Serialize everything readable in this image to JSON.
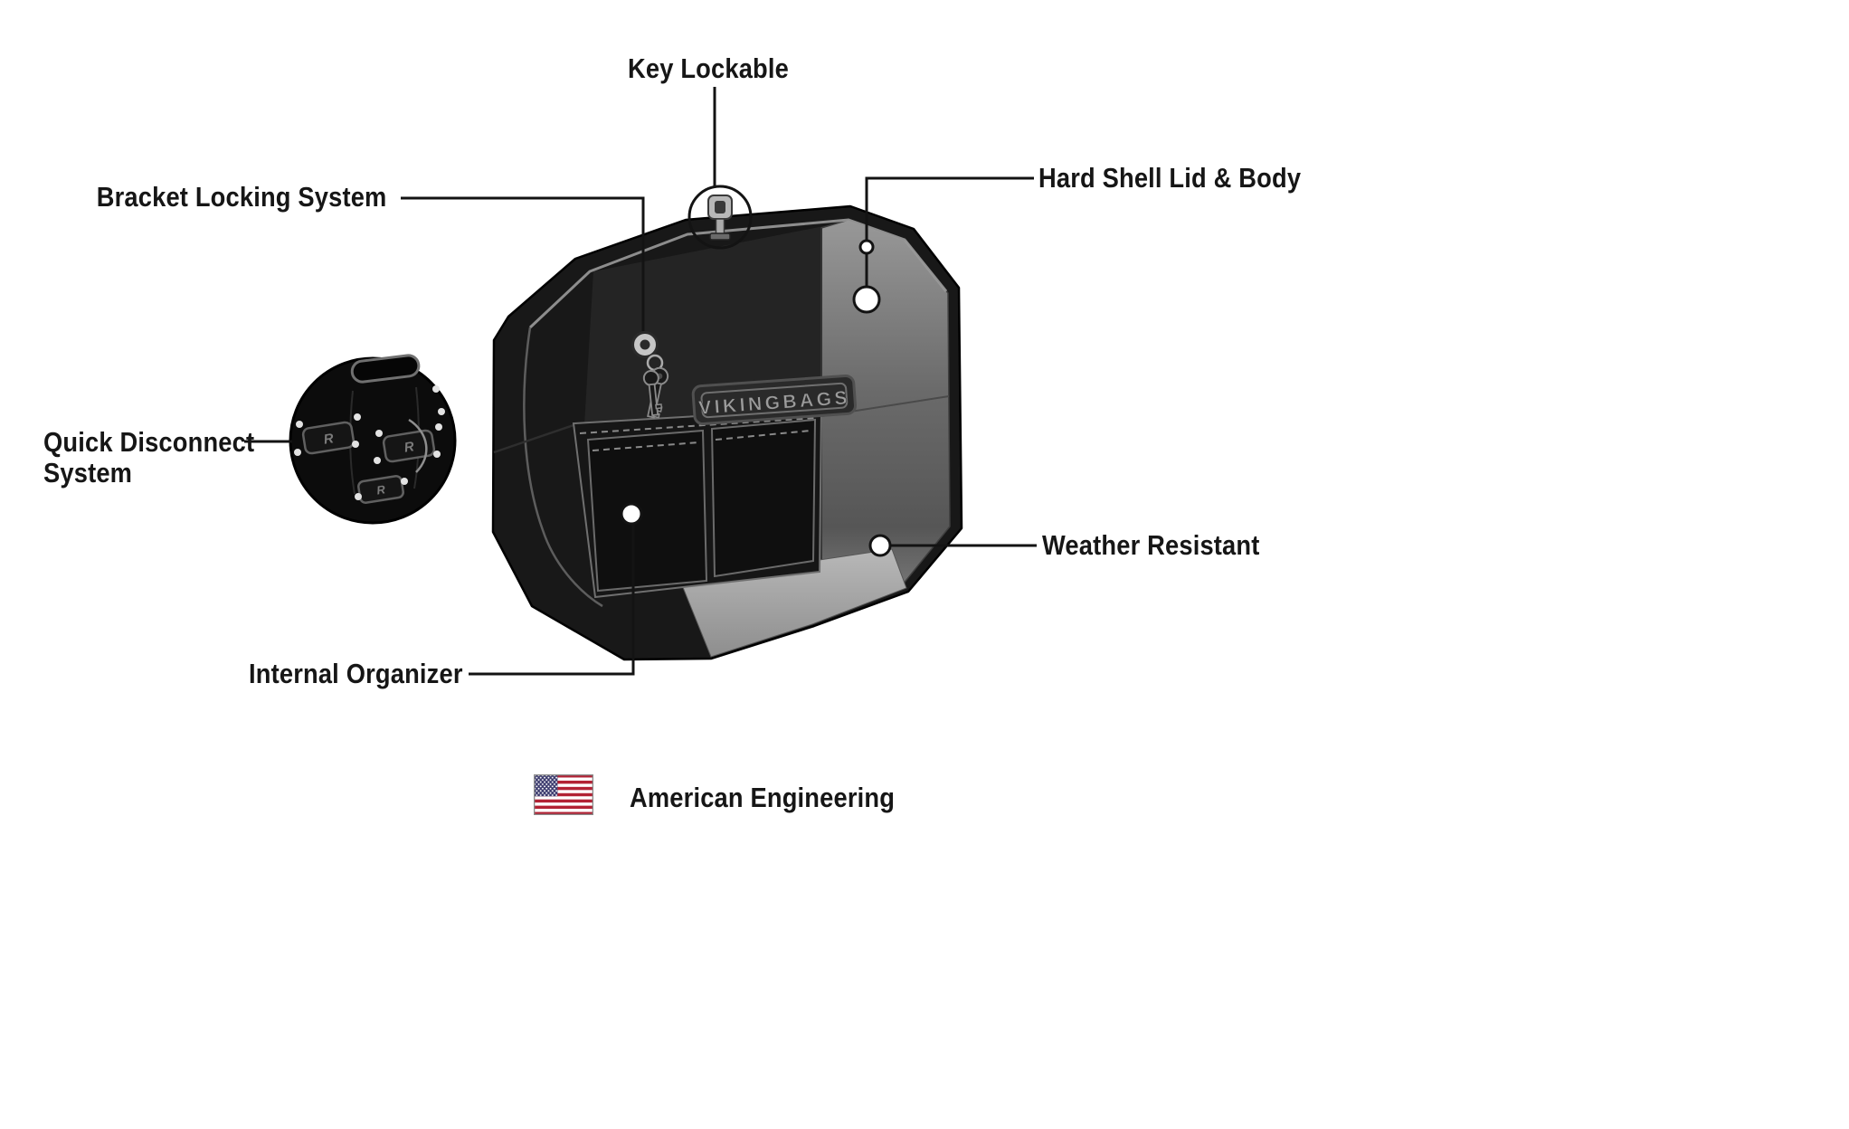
{
  "callouts": {
    "key_lockable": "Key Lockable",
    "bracket_locking_system": "Bracket Locking System",
    "hard_shell_lid_body": "Hard Shell Lid & Body",
    "quick_disconnect_system": {
      "line1": "Quick Disconnect",
      "line2": "System"
    },
    "weather_resistant": "Weather Resistant",
    "internal_organizer": "Internal Organizer"
  },
  "footer": {
    "label": "American Engineering",
    "flag_icon": "us-flag"
  },
  "bag": {
    "badge_text": "VIKINGBAGS",
    "clip_mark": "R"
  },
  "colors": {
    "label_text": "#161616",
    "callout_line": "#131313",
    "bag_body": "#181818",
    "lid_interior_gray": "#6a6a6a",
    "floor_gray": "#a0a0a0",
    "flag_red": "#B22234",
    "flag_blue": "#3C3B6E"
  }
}
